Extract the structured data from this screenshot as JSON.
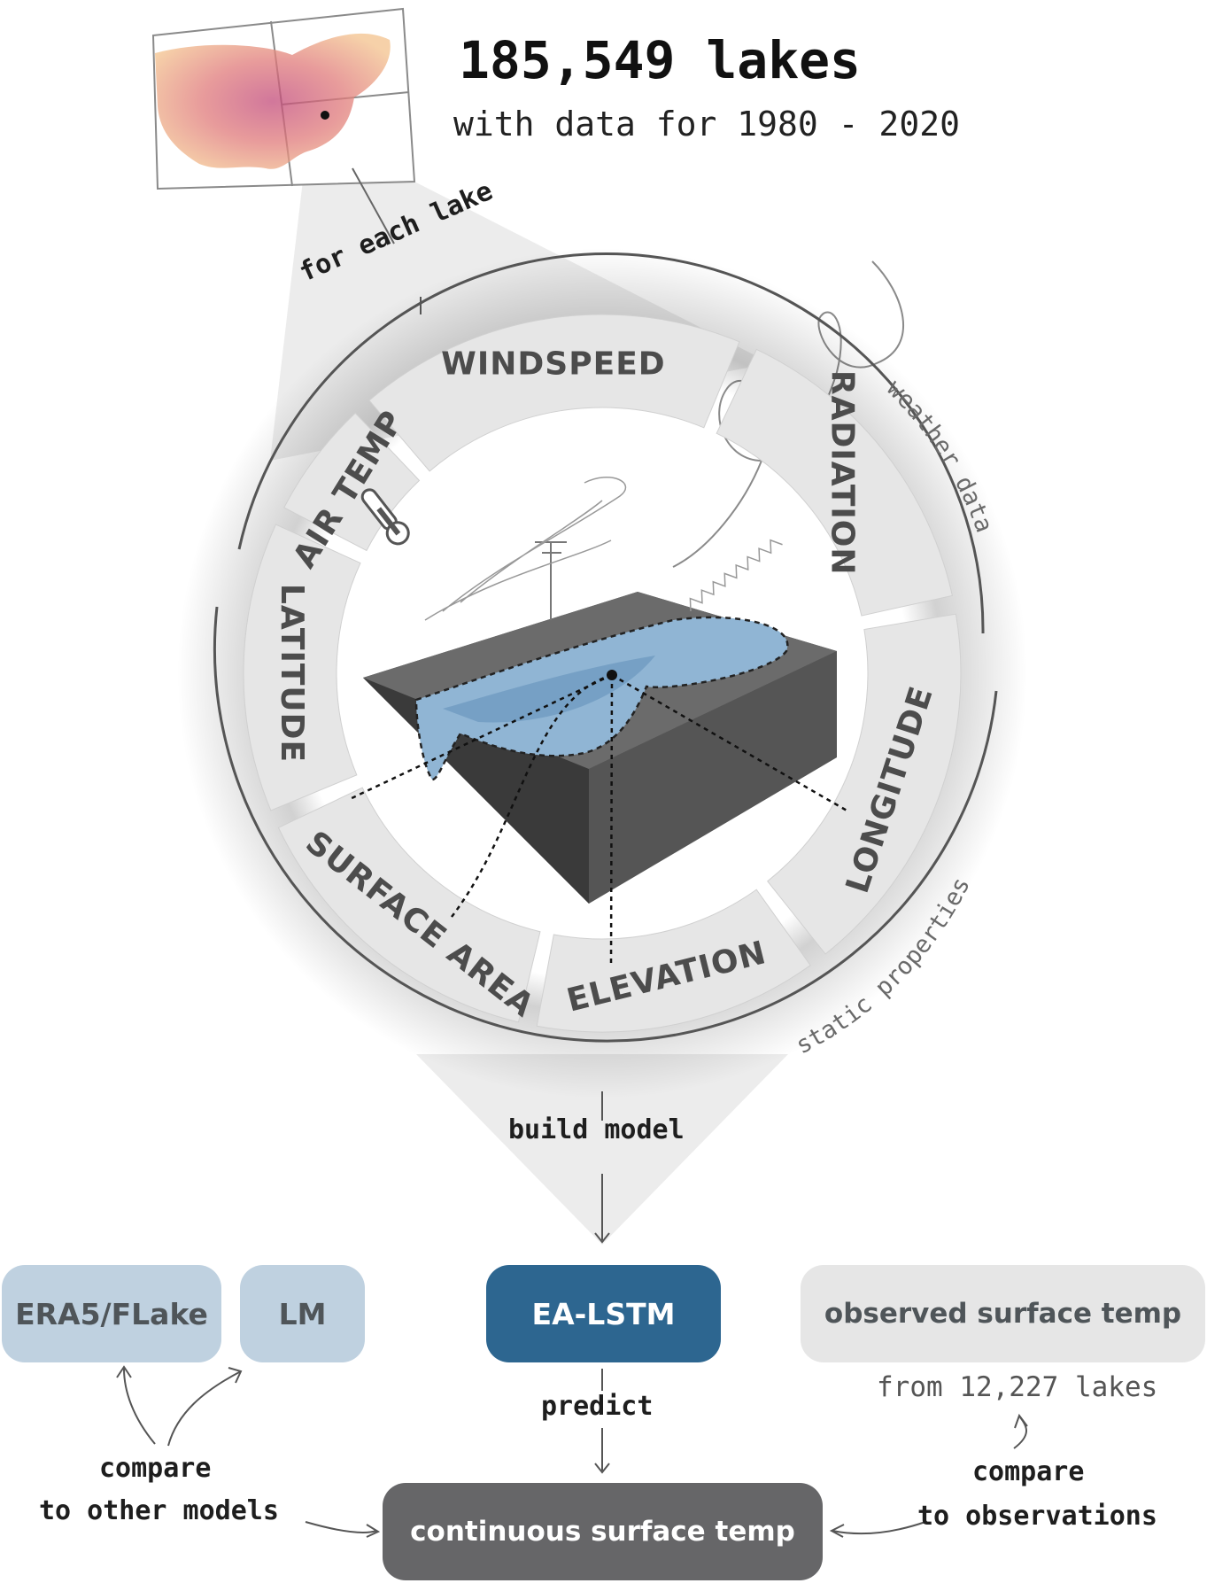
{
  "header": {
    "lake_count": "185,549 lakes",
    "date_range": "with data for 1980 - 2020"
  },
  "annotations": {
    "for_each_lake": "for each lake",
    "weather_data": "weather data",
    "static_properties": "static properties",
    "build_model": "build model",
    "predict": "predict",
    "from_lakes": "from 12,227 lakes",
    "compare_models_line1": "compare",
    "compare_models_line2": "to other models",
    "compare_obs_line1": "compare",
    "compare_obs_line2": "to observations"
  },
  "segments": {
    "windspeed": "WINDSPEED",
    "radiation": "RADIATION",
    "longitude": "LONGITUDE",
    "elevation": "ELEVATION",
    "surface_area": "SURFACE AREA",
    "latitude": "LATITUDE",
    "air_temp": "AIR TEMP"
  },
  "boxes": {
    "era5": "ERA5/FLake",
    "lm": "LM",
    "ea_lstm": "EA-LSTM",
    "observed": "observed surface temp",
    "continuous": "continuous surface temp"
  },
  "colors": {
    "comparison_model_fill": "#bfd1e0",
    "ea_lstm_fill": "#2d6690",
    "observed_fill": "#e6e6e6",
    "continuous_fill": "#666668",
    "segment_fill": "#e6e6e6",
    "lake_water": "#8fb4d2",
    "block_top": "#6c6c6c",
    "block_front": "#4b4b4b"
  },
  "icons": [
    "us-map-icon",
    "thermometer-icon",
    "anemometer-icon",
    "wind-swirl-icon",
    "radiation-wave-icon",
    "lake-block-icon"
  ]
}
